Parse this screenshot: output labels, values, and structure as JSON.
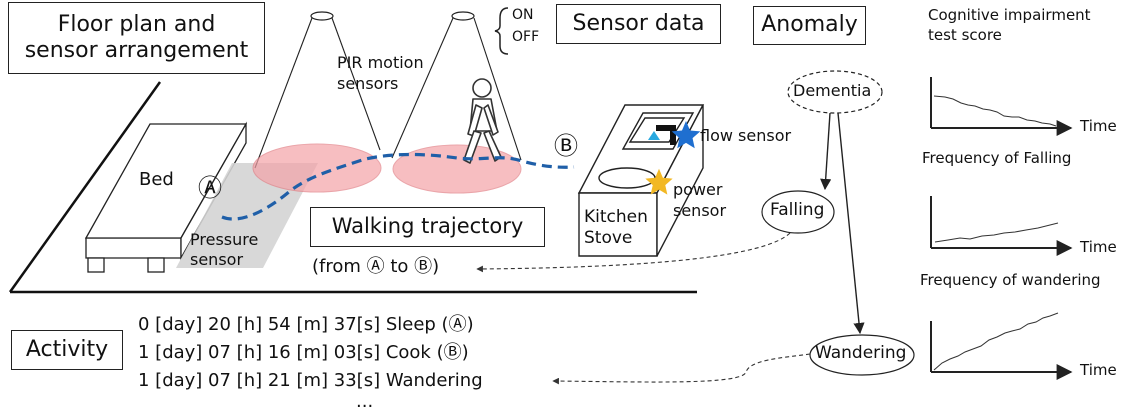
{
  "labels": {
    "floor_plan_title": "Floor plan and\nsensor arrangement",
    "sensor_data": "Sensor data",
    "sensor_on": "ON",
    "sensor_off": "OFF",
    "anomaly": "Anomaly",
    "pir": "PIR motion\nsensors",
    "bed": "Bed",
    "point_a": "Ⓐ",
    "point_b": "Ⓑ",
    "pressure_sensor": "Pressure\nsensor",
    "walking_trajectory": "Walking trajectory",
    "from_a_to_b": "(from Ⓐ to Ⓑ)",
    "flow_sensor": "flow sensor",
    "power_sensor": "power\nsensor",
    "kitchen_stove": "Kitchen\nStove",
    "dementia": "Dementia",
    "falling": "Falling",
    "wandering": "Wandering",
    "activity": "Activity",
    "ellipsis": "..."
  },
  "activity_log": [
    "0 [day] 20 [h] 54 [m] 37[s] Sleep (Ⓐ)",
    "1 [day] 07 [h] 16 [m] 03[s] Cook (Ⓑ)",
    "1 [day] 07 [h] 21 [m] 33[s] Wandering"
  ],
  "chart_data": [
    {
      "type": "line",
      "title": "Cognitive impairment\ntest score",
      "xlabel": "Time",
      "ylabel": "",
      "trend": "decreasing"
    },
    {
      "type": "line",
      "title": "Frequency of Falling",
      "xlabel": "Time",
      "ylabel": "",
      "trend": "slightly increasing"
    },
    {
      "type": "line",
      "title": "Frequency of wandering",
      "xlabel": "Time",
      "ylabel": "",
      "trend": "increasing"
    }
  ],
  "colors": {
    "trajectory": "#1f5fa8",
    "pir_area": "#f4a3a8",
    "pressure_area": "#d4d4d4",
    "flow_star": "#1f6fd0",
    "power_star": "#f2b824",
    "faucet_drop": "#29a9e0"
  },
  "icons": [
    "person-walking-icon",
    "flow-sensor-star-icon",
    "power-sensor-star-icon",
    "ceiling-sensor-icon"
  ]
}
